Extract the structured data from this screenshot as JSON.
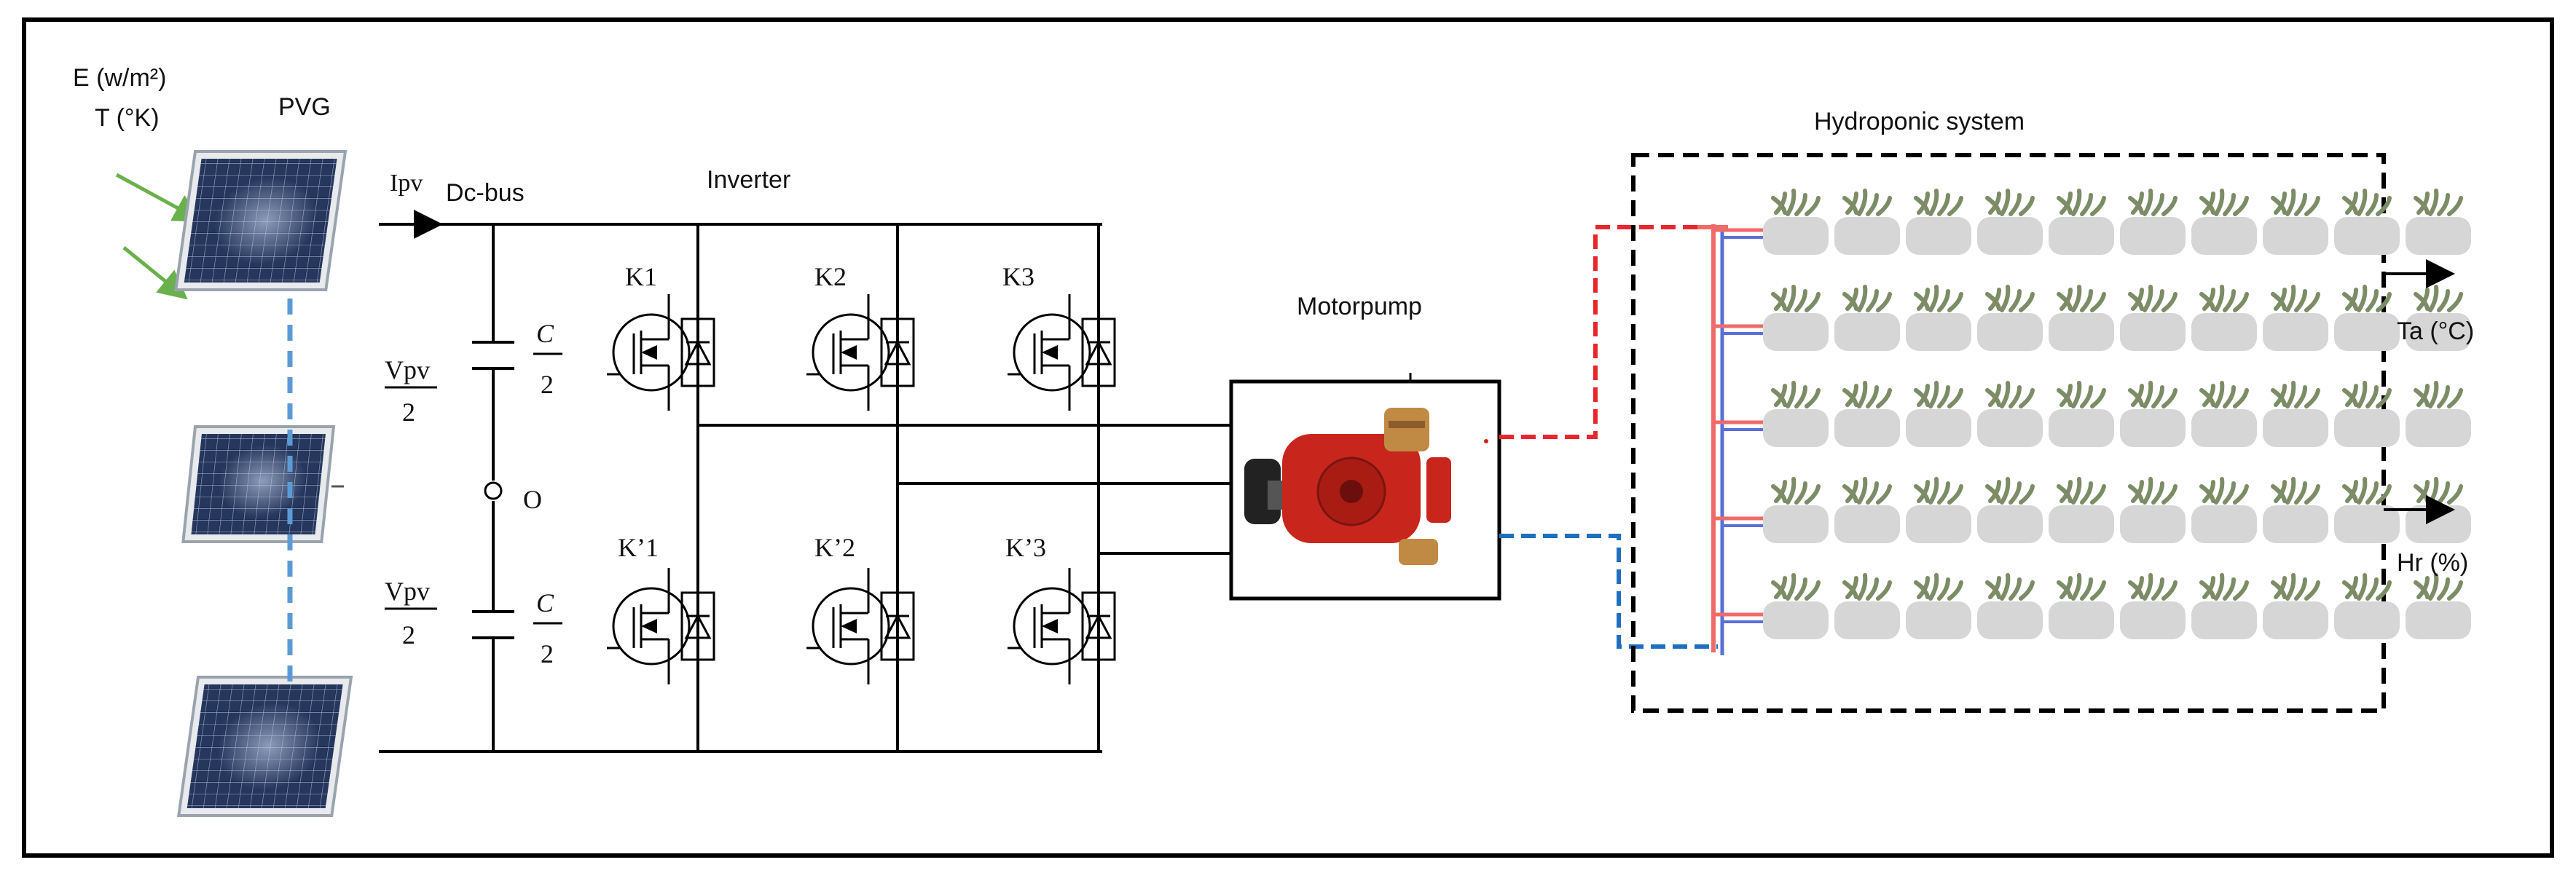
{
  "labels": {
    "irradiance": "E (w/m²)",
    "temperature": "T (°K)",
    "pvg": "PVG",
    "ipv": "Ipv",
    "dc_bus": "Dc-bus",
    "inverter": "Inverter",
    "motorpump": "Motorpump",
    "hydroponic": "Hydroponic system",
    "ta": "Ta (°C)",
    "hr": "Hr (%)",
    "midpoint": "O"
  },
  "capacitors": {
    "top": {
      "vpv_num": "Vpv",
      "vpv_den": "2",
      "c_num": "C",
      "c_den": "2"
    },
    "bottom": {
      "vpv_num": "Vpv",
      "vpv_den": "2",
      "c_num": "C",
      "c_den": "2"
    }
  },
  "switches": {
    "upper": [
      "K1",
      "K2",
      "K3"
    ],
    "lower": [
      "K’1",
      "K’2",
      "K’3"
    ]
  },
  "colors": {
    "frame": "#000000",
    "hot_pipe": "#e8262b",
    "cold_pipe": "#1f6fc0",
    "manifold_red": "#f06a6a",
    "manifold_blue": "#5b6fd8",
    "link_dash": "#5b9bd5",
    "arrow_green": "#6ab04c",
    "pump_red": "#c8261c",
    "tray_gray": "#d6d6d6",
    "plant_green": "#7c8c66"
  },
  "plant_grid": {
    "rows": 5,
    "cols": 10
  }
}
